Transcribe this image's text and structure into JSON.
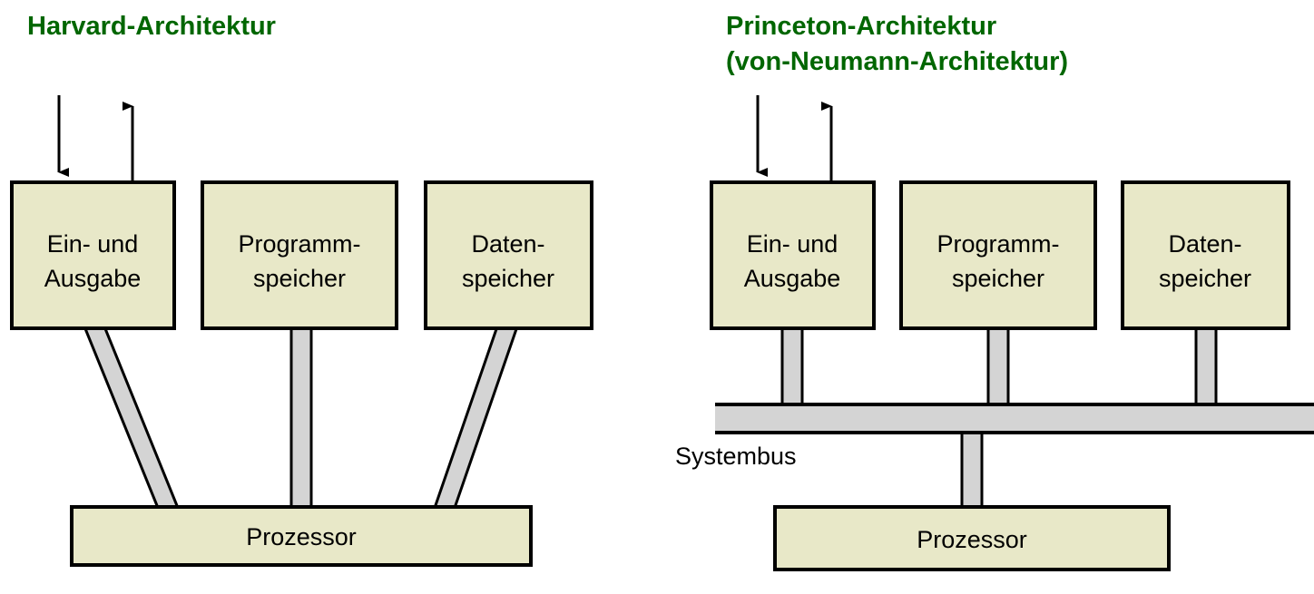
{
  "meta": {
    "background": "#ffffff",
    "box_fill": "#e8e8c8",
    "box_stroke": "#000000",
    "connector_fill": "#d4d4d4",
    "connector_stroke": "#000000",
    "title_color": "#006600",
    "label_color": "#000000"
  },
  "left_diagram": {
    "title": "Harvard-Architektur",
    "arrows": [
      {
        "name": "input-arrow",
        "direction": "down"
      },
      {
        "name": "output-arrow",
        "direction": "up"
      }
    ],
    "boxes": [
      {
        "id": "io",
        "line1": "Ein- und",
        "line2": "Ausgabe"
      },
      {
        "id": "program-memory",
        "line1": "Programm-",
        "line2": "speicher"
      },
      {
        "id": "data-memory",
        "line1": "Daten-",
        "line2": "speicher"
      }
    ],
    "processor": {
      "label": "Prozessor"
    },
    "connections": [
      {
        "from": "io",
        "to": "processor",
        "style": "slanted-bus"
      },
      {
        "from": "program-memory",
        "to": "processor",
        "style": "vertical-bus"
      },
      {
        "from": "data-memory",
        "to": "processor",
        "style": "slanted-bus"
      }
    ]
  },
  "right_diagram": {
    "title_line1": "Princeton-Architektur",
    "title_line2": "(von-Neumann-Architektur)",
    "arrows": [
      {
        "name": "input-arrow",
        "direction": "down"
      },
      {
        "name": "output-arrow",
        "direction": "up"
      }
    ],
    "boxes": [
      {
        "id": "io",
        "line1": "Ein- und",
        "line2": "Ausgabe"
      },
      {
        "id": "program-memory",
        "line1": "Programm-",
        "line2": "speicher"
      },
      {
        "id": "data-memory",
        "line1": "Daten-",
        "line2": "speicher"
      }
    ],
    "system_bus": {
      "label": "Systembus"
    },
    "processor": {
      "label": "Prozessor"
    },
    "connections": [
      {
        "from": "io",
        "to": "system-bus",
        "style": "vertical-bus"
      },
      {
        "from": "program-memory",
        "to": "system-bus",
        "style": "vertical-bus"
      },
      {
        "from": "data-memory",
        "to": "system-bus",
        "style": "vertical-bus"
      },
      {
        "from": "system-bus",
        "to": "processor",
        "style": "vertical-bus"
      }
    ]
  }
}
